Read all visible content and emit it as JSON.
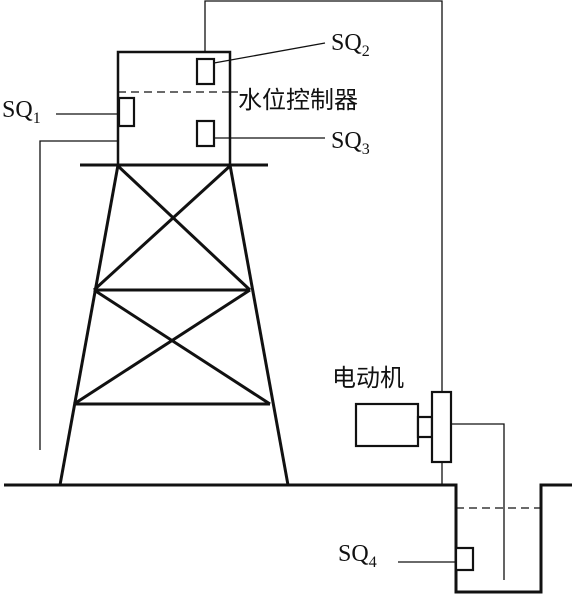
{
  "labels": {
    "sq1": {
      "main": "SQ",
      "sub": "1"
    },
    "sq2": {
      "main": "SQ",
      "sub": "2"
    },
    "sq3": {
      "main": "SQ",
      "sub": "3"
    },
    "sq4": {
      "main": "SQ",
      "sub": "4"
    },
    "controller": "水位控制器",
    "motor": "电动机"
  },
  "colors": {
    "line": "#111111",
    "background": "#ffffff"
  }
}
